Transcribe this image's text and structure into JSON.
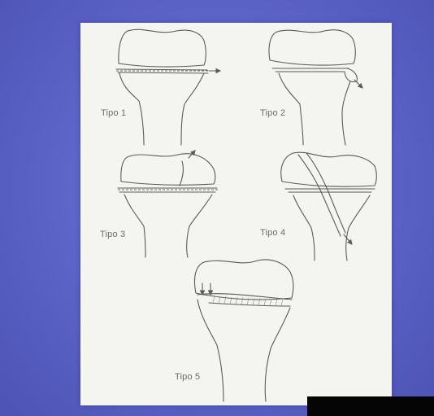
{
  "figures": [
    {
      "id": "tipo-1",
      "label": "Tipo 1"
    },
    {
      "id": "tipo-2",
      "label": "Tipo 2"
    },
    {
      "id": "tipo-3",
      "label": "Tipo 3"
    },
    {
      "id": "tipo-4",
      "label": "Tipo 4"
    },
    {
      "id": "tipo-5",
      "label": "Tipo 5"
    }
  ],
  "colors": {
    "background": "#5b63c7",
    "slide": "#f4f5f1",
    "line": "#5a5a5a",
    "bottom_bar": "#050505"
  }
}
